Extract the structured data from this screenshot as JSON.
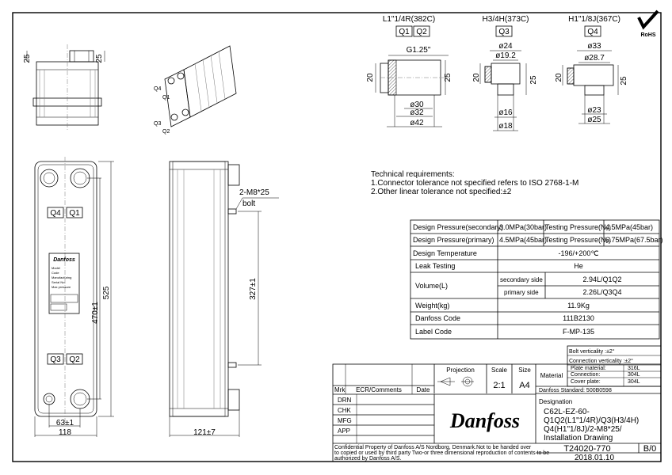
{
  "connectors": {
    "c1": {
      "title": "L1\"1/4R(382C)",
      "labels": [
        "Q1",
        "Q2"
      ],
      "thread": "G1.25\"",
      "d1": "ø30",
      "d2": "ø32",
      "d3": "ø42",
      "h_left": "20",
      "h_right": "25"
    },
    "c2": {
      "title": "H3/4H(373C)",
      "labels": [
        "Q3"
      ],
      "d_top1": "ø24",
      "d_top2": "ø19.2",
      "d_bot1": "ø16",
      "d_bot2": "ø18",
      "h_left": "20",
      "h_right": "25"
    },
    "c3": {
      "title": "H1\"1/8J(367C)",
      "labels": [
        "Q4"
      ],
      "d_top1": "ø33",
      "d_top2": "ø28.7",
      "d_bot1": "ø23",
      "d_bot2": "ø25",
      "h_left": "20",
      "h_right": "25"
    }
  },
  "rohs": "RoHS",
  "side_view_dims": {
    "left": "25",
    "right": "25"
  },
  "iso_ports": [
    "Q4",
    "Q1",
    "Q3",
    "Q2"
  ],
  "front_view": {
    "ports": [
      "Q4",
      "Q1",
      "Q3",
      "Q2"
    ],
    "height1": "470±1",
    "height2": "525",
    "width1": "63±1",
    "width2": "118"
  },
  "side_view": {
    "bolt_label1": "2-M8*25",
    "bolt_label2": "bolt",
    "height": "327±1",
    "depth": "121±7"
  },
  "tech_req": {
    "title": "Technical requirements:",
    "items": [
      "1.Connector tolerance not specified refers to ISO 2768-1-M",
      "2.Other linear tolerance not specified:±2"
    ]
  },
  "spec_table": {
    "dp_secondary_label": "Design Pressure(secondary)",
    "dp_secondary_value": "3.0MPa(30bar)",
    "tp_secondary_label": "Testing Pressure(N₂)",
    "tp_secondary_value": "4.5MPa(45bar)",
    "dp_primary_label": "Design Pressure(primary)",
    "dp_primary_value": "4.5MPa(45bar)",
    "tp_primary_label": "Testing Pressure(N₂)",
    "tp_primary_value": "6.75MPa(67.5bar)",
    "temp_label": "Design Temperature",
    "temp_value": "-196/+200℃",
    "leak_label": "Leak Testing",
    "leak_value": "He",
    "volume_label": "Volume(L)",
    "vol_secondary_label": "secondary side",
    "vol_secondary_value": "2.94L/Q1Q2",
    "vol_primary_label": "primary side",
    "vol_primary_value": "2.26L/Q3Q4",
    "weight_label": "Weight(kg)",
    "weight_value": "11.9Kg",
    "code_label": "Danfoss Code",
    "code_value": "111B2130",
    "label_code_label": "Label Code",
    "label_code_value": "F-MP-135"
  },
  "title_block": {
    "bolt_verticality": "Bolt verticality :±2°",
    "conn_verticality": "Connection  verticality :±2°",
    "material": "Material",
    "plate_material_label": "Plate material:",
    "plate_material_value": "316L",
    "connection_label": "Connection:",
    "connection_value": "304L",
    "cover_plate_label": "Cover plate:",
    "cover_plate_value": "304L",
    "projection": "Projection",
    "scale_label": "Scale",
    "scale_value": "2:1",
    "size_label": "Size",
    "size_value": "A4",
    "standard": "Danfoss Standard: 500B0598",
    "mrk": "Mrk",
    "ecr": "ECR/Comments",
    "date": "Date",
    "drn": "DRN",
    "chk": "CHK",
    "mfg": "MFG",
    "app": "APP",
    "designation_label": "Designation",
    "designation_lines": [
      "C62L-EZ-60-",
      "Q1Q2(L1\"1/4R)/Q3(H3/4H)",
      "Q4(H1\"1/8J)/2-M8*25/",
      "Installation Drawing"
    ],
    "brand": "Danfoss",
    "confidential_lines": [
      "Confidential Property of Danfoss A/S Nordborg, Denmark.Not to be handed over",
      "to copied or used by third party Two-or three dimensional reproduction of contents to be",
      "authorized by Danfoss A/S."
    ],
    "drawing_no": "T24020-770",
    "revision": "B/0",
    "drawing_date": "2018.01.10"
  },
  "plate_label_text": [
    "Model",
    "Code",
    "Manufacturing",
    "Serial No.",
    "Max pressure"
  ]
}
